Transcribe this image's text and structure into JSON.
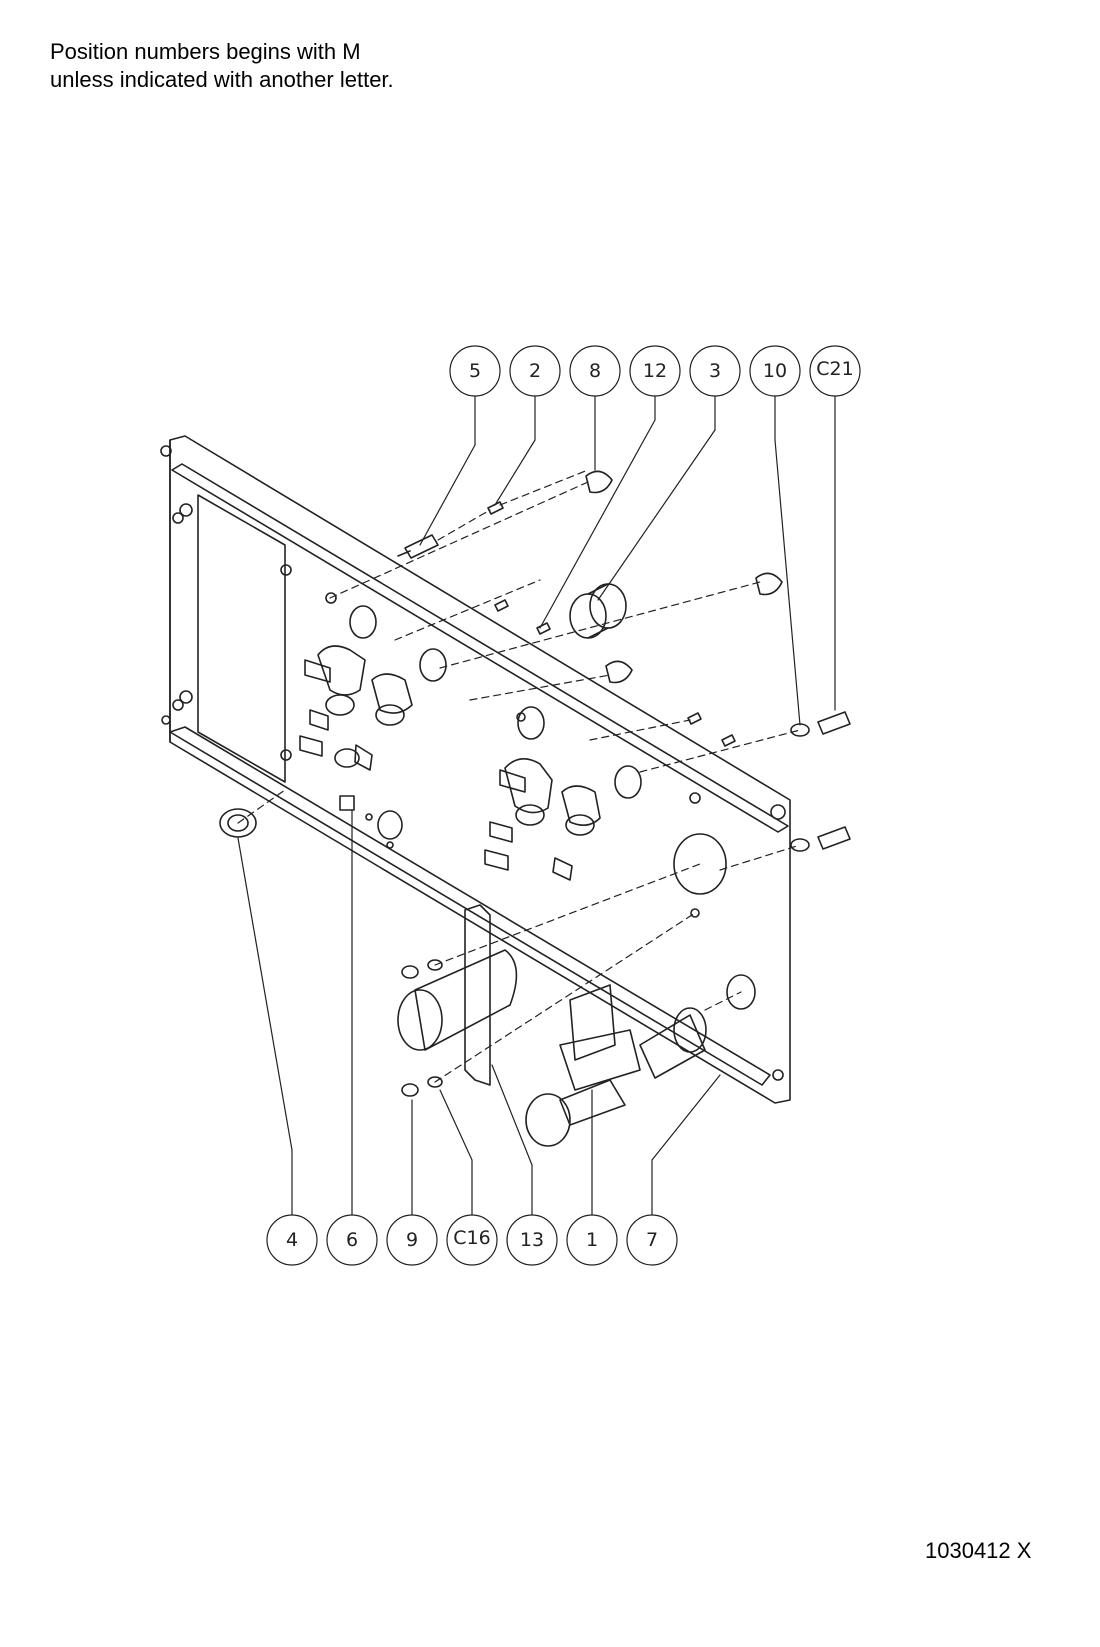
{
  "note": {
    "line1": "Position numbers begins with M",
    "line2": "unless indicated with another letter."
  },
  "callouts_top": [
    "5",
    "2",
    "8",
    "12",
    "3",
    "10",
    "C21"
  ],
  "callouts_bottom": [
    "4",
    "6",
    "9",
    "C16",
    "13",
    "1",
    "7"
  ],
  "document_number": "1030412 X"
}
